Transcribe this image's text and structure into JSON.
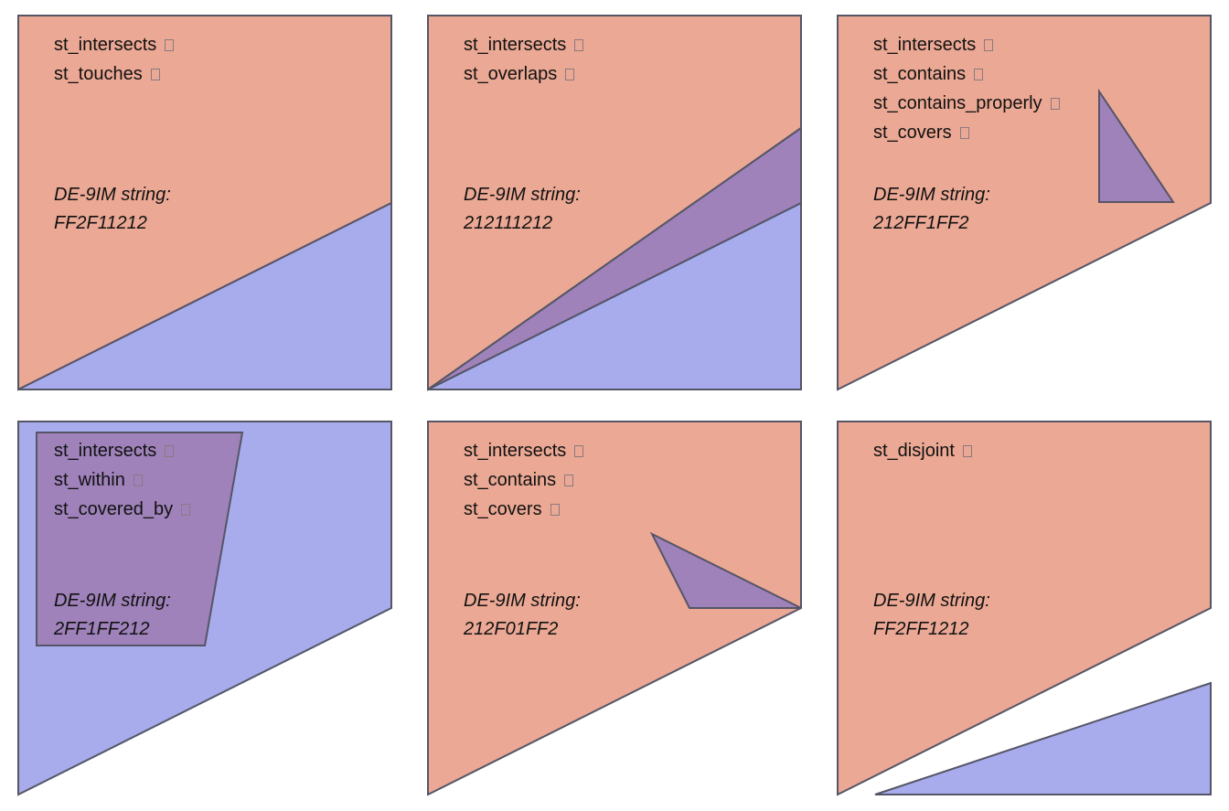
{
  "colors": {
    "salmon": "#eba894",
    "blue": "#a8acec",
    "purple": "#9f82ba",
    "stroke": "#555566"
  },
  "panels": [
    {
      "predicates": [
        "st_intersects",
        "st_touches"
      ],
      "de9im_label": "DE-9IM string:",
      "de9im_value": "FF2F11212"
    },
    {
      "predicates": [
        "st_intersects",
        "st_overlaps"
      ],
      "de9im_label": "DE-9IM string:",
      "de9im_value": "212111212"
    },
    {
      "predicates": [
        "st_intersects",
        "st_contains",
        "st_contains_properly",
        "st_covers"
      ],
      "de9im_label": "DE-9IM string:",
      "de9im_value": "212FF1FF2"
    },
    {
      "predicates": [
        "st_intersects",
        "st_within",
        "st_covered_by"
      ],
      "de9im_label": "DE-9IM string:",
      "de9im_value": "2FF1FF212"
    },
    {
      "predicates": [
        "st_intersects",
        "st_contains",
        "st_covers"
      ],
      "de9im_label": "DE-9IM string:",
      "de9im_value": "212F01FF2"
    },
    {
      "predicates": [
        "st_disjoint"
      ],
      "de9im_label": "DE-9IM string:",
      "de9im_value": "FF2FF1212"
    }
  ]
}
